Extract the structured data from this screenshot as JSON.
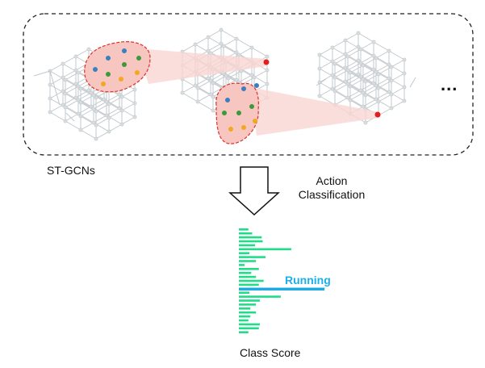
{
  "labels": {
    "model": "ST-GCNs",
    "action_line1": "Action",
    "action_line2": "Classification",
    "ellipsis": "...",
    "running": "Running",
    "class_score": "Class Score"
  },
  "colors": {
    "grid": "#c3c8cc",
    "grid_node": "#d8dde0",
    "region_fill": "#f7c6c0",
    "region_stroke": "#e0302a",
    "cone_fill": "#f9d6d2",
    "joint_blue": "#3a7fc1",
    "joint_green": "#3c9a3c",
    "joint_orange": "#f0a91c",
    "target_red": "#e0201e",
    "bar_green": "#22dd88",
    "bar_highlight": "#1aa8e0",
    "text": "#111111"
  },
  "icons": [
    "down-arrow-icon"
  ],
  "chart_data": {
    "type": "bar",
    "orientation": "horizontal",
    "values": [
      0.1,
      0.14,
      0.24,
      0.25,
      0.17,
      0.55,
      0.11,
      0.28,
      0.18,
      0.06,
      0.21,
      0.13,
      0.18,
      0.26,
      0.21,
      0.9,
      0.11,
      0.44,
      0.22,
      0.18,
      0.12,
      0.18,
      0.12,
      0.1,
      0.22,
      0.21,
      0.1
    ],
    "highlight_index": 15,
    "highlight_label": "Running",
    "xlabel": "Class Score"
  }
}
